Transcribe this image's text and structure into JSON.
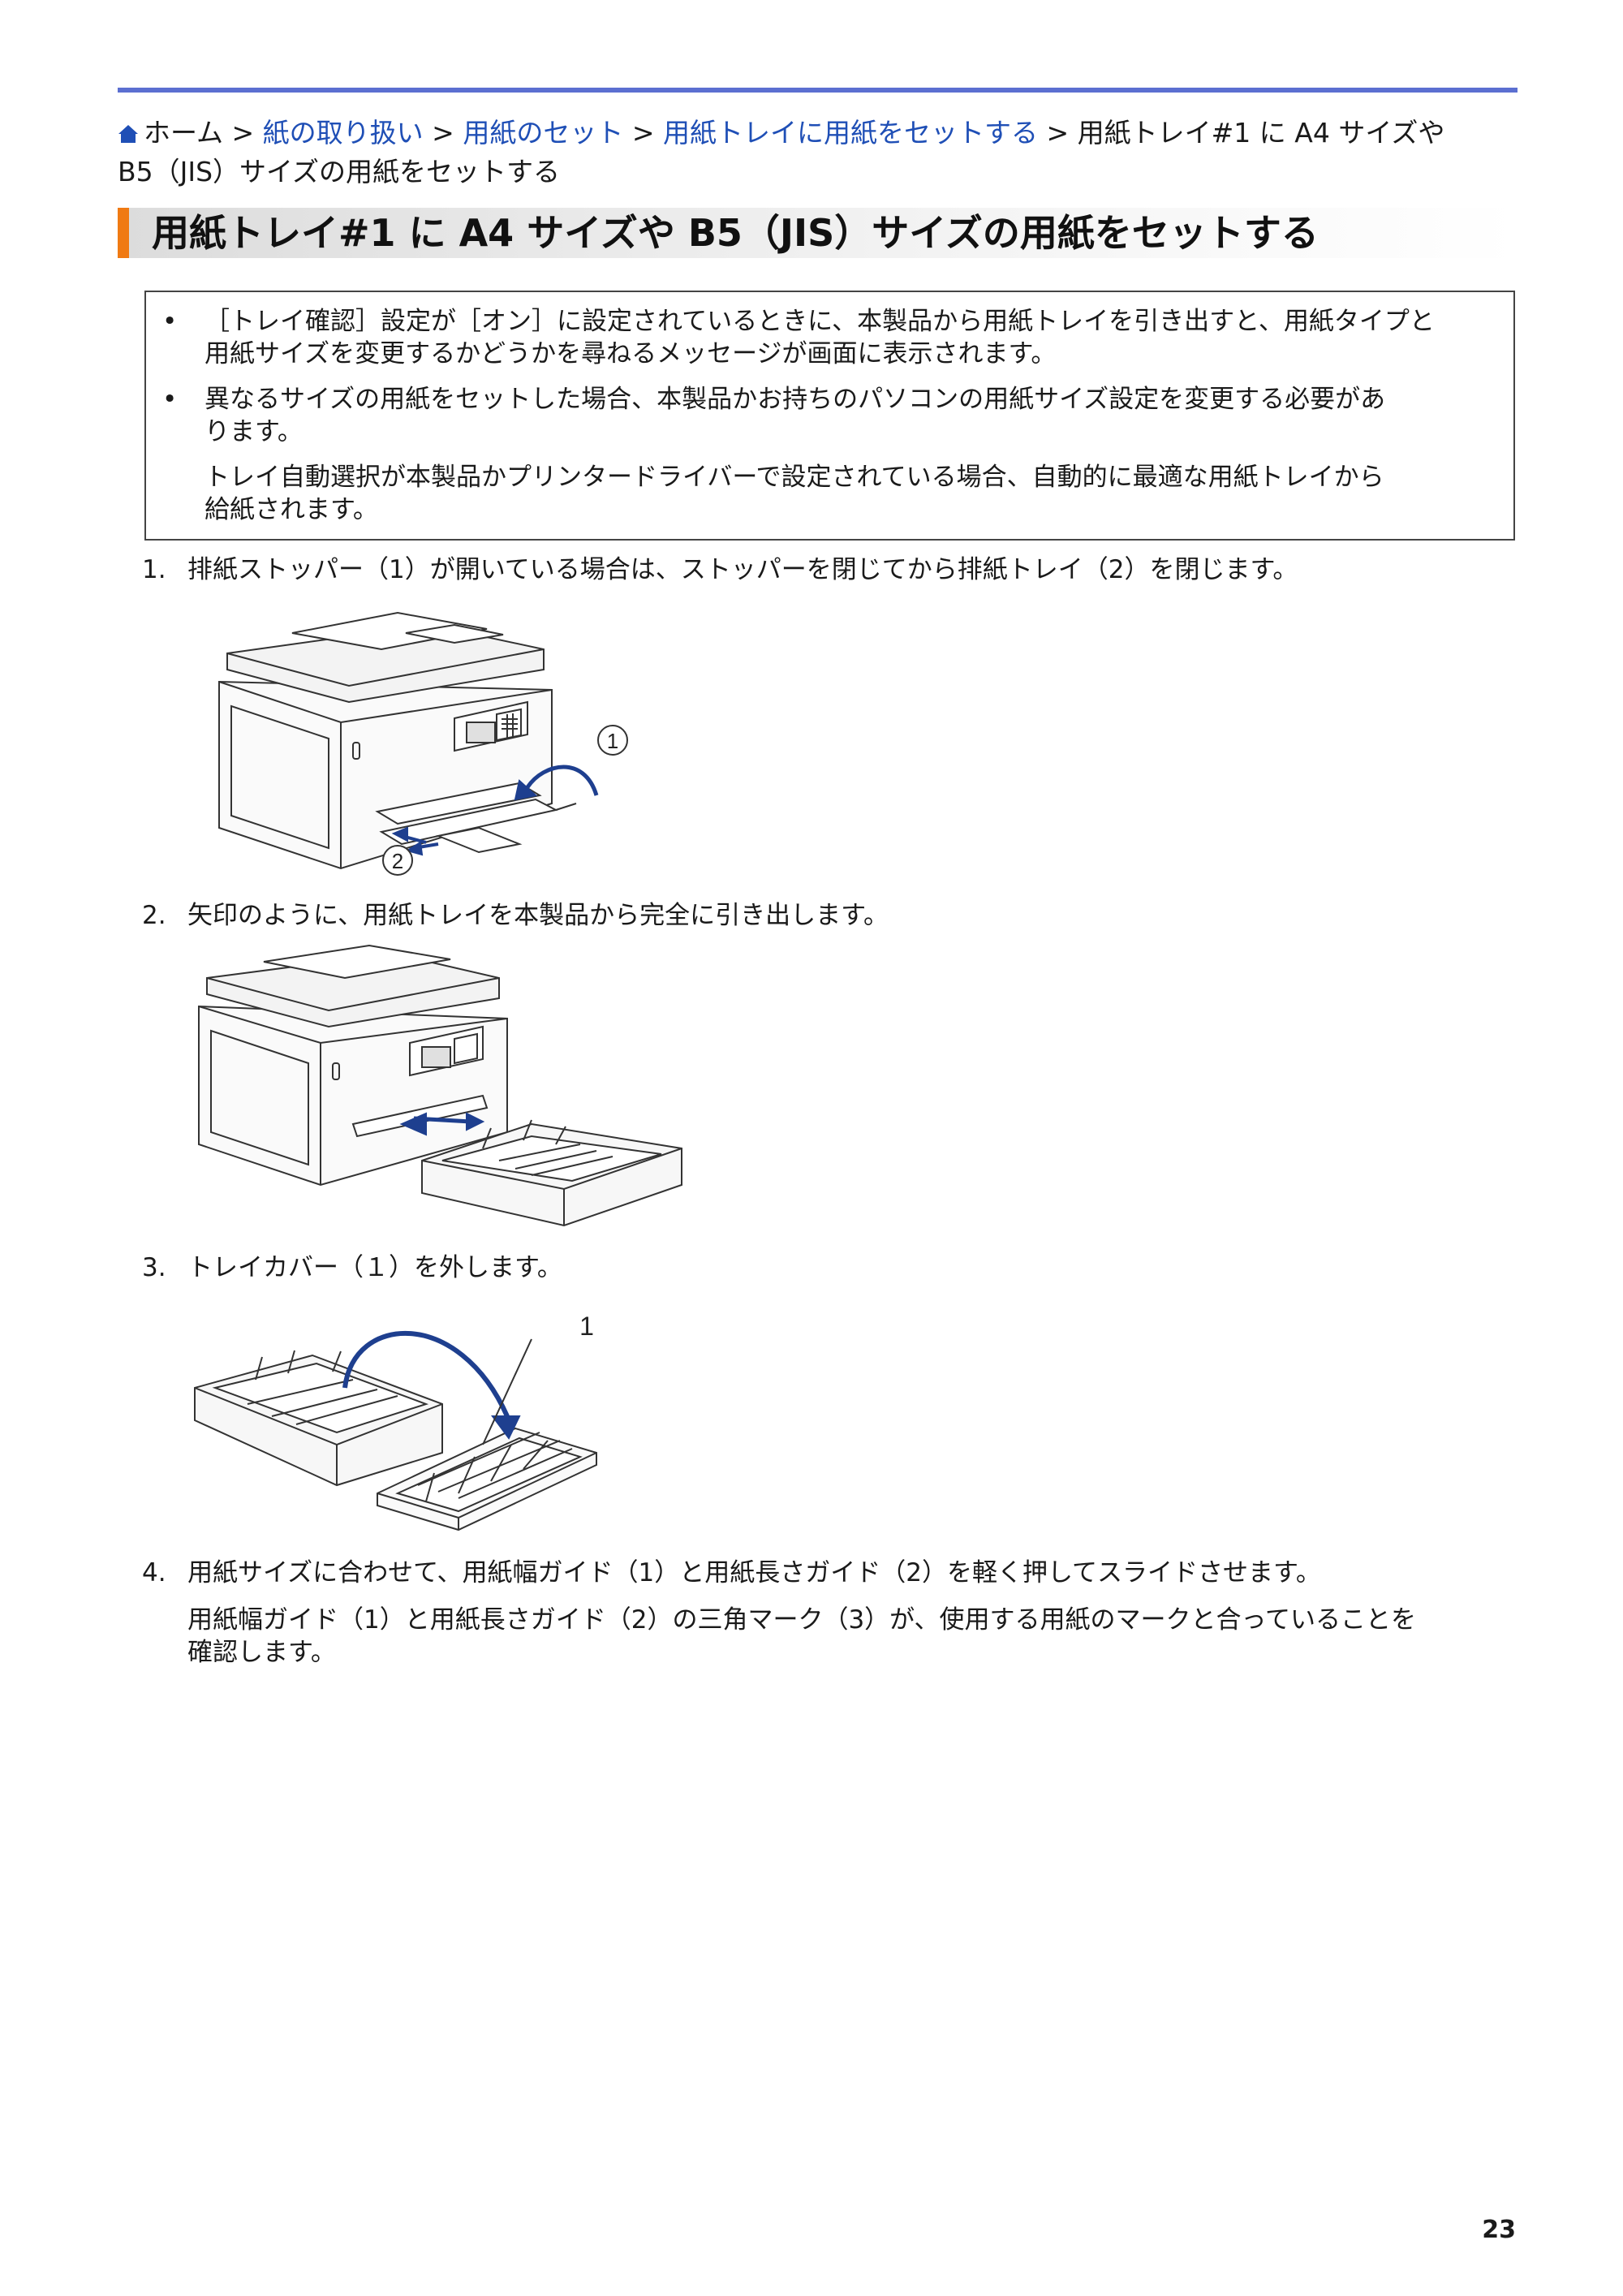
{
  "breadcrumb": {
    "home": "ホーム",
    "sep": ">",
    "link1": "紙の取り扱い",
    "link2": "用紙のセット",
    "link3": "用紙トレイに用紙をセットする",
    "current_line1": "用紙トレイ#1 に A4 サイズや",
    "current_line2": "B5（JIS）サイズの用紙をセットする"
  },
  "title": "用紙トレイ#1 に A4 サイズや B5（JIS）サイズの用紙をセットする",
  "notes": {
    "bullet": "•",
    "n1_line1": "［トレイ確認］設定が［オン］に設定されているときに、本製品から用紙トレイを引き出すと、用紙タイプと",
    "n1_line2": "用紙サイズを変更するかどうかを尋ねるメッセージが画面に表示されます。",
    "n2_line1": "異なるサイズの用紙をセットした場合、本製品かお持ちのパソコンの用紙サイズ設定を変更する必要があ",
    "n2_line2": "ります。",
    "n2_sub_line1": "トレイ自動選択が本製品かプリンタードライバーで設定されている場合、自動的に最適な用紙トレイから",
    "n2_sub_line2": "給紙されます。"
  },
  "steps": [
    {
      "num": "1.",
      "line1": "排紙ストッパー（1）が開いている場合は、ストッパーを閉じてから排紙トレイ（2）を閉じます。"
    },
    {
      "num": "2.",
      "line1": "矢印のように、用紙トレイを本製品から完全に引き出します。"
    },
    {
      "num": "3.",
      "line1": "トレイカバー（１）を外します。"
    },
    {
      "num": "4.",
      "line1": "用紙サイズに合わせて、用紙幅ガイド（1）と用紙長さガイド（2）を軽く押してスライドさせます。",
      "sub_line1": "用紙幅ガイド（1）と用紙長さガイド（2）の三角マーク（3）が、使用する用紙のマークと合っていることを",
      "sub_line2": "確認します。"
    }
  ],
  "figures": {
    "fig1_callout1": "1",
    "fig1_callout2": "2",
    "fig3_callout1": "1"
  },
  "colors": {
    "accent_bar": "#f07a13",
    "top_line": "#5b6fd1",
    "link": "#1f4fb6",
    "arrow": "#1e3f8f"
  },
  "page_number": "23"
}
